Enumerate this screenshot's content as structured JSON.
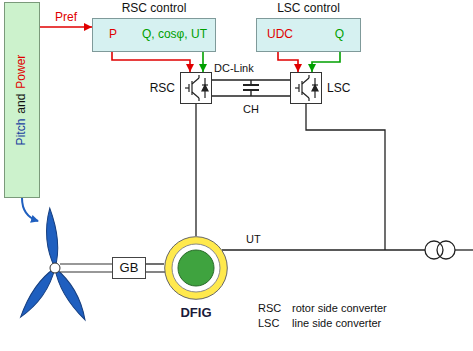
{
  "diagram": {
    "nodes": [
      {
        "text": [
          "Pitch",
          "and",
          "Power"
        ]
      },
      {
        "text": [
          "RSC control",
          "P",
          "Q, cosφ, UT"
        ]
      },
      {
        "text": [
          "LSC control",
          "UDC",
          "Q"
        ]
      },
      {
        "text": [
          "RSC"
        ]
      },
      {
        "text": [
          "LSC"
        ]
      },
      {
        "text": [
          "GB"
        ]
      },
      {
        "text": [
          "DFIG"
        ]
      }
    ],
    "edges": [
      {
        "from": 0,
        "to": 1,
        "arrow": "to",
        "label": "Pref"
      },
      {
        "from": 1,
        "to": 3,
        "arrow": "to"
      },
      {
        "from": 1,
        "to": 3,
        "arrow": "to"
      },
      {
        "from": 2,
        "to": 4,
        "arrow": "to"
      },
      {
        "from": 2,
        "to": 4,
        "arrow": "to"
      },
      {
        "from": 3,
        "to": 4,
        "arrow": "none"
      },
      {
        "from": 3,
        "to": 6,
        "arrow": "none"
      },
      {
        "from": 5,
        "to": 6,
        "arrow": "none"
      }
    ],
    "labels": [
      "DC-Link",
      "CH",
      "UT",
      "RSC",
      "rotor side converter",
      "LSC",
      "line side converter"
    ]
  }
}
